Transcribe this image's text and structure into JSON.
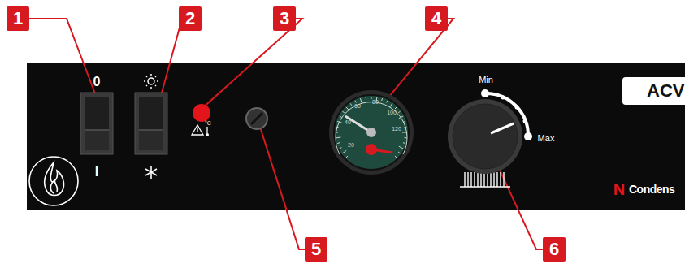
{
  "diagram": {
    "nodes": [
      {
        "text": [
          "1"
        ]
      },
      {
        "text": [
          "2"
        ]
      },
      {
        "text": [
          "3"
        ]
      },
      {
        "text": [
          "4"
        ]
      },
      {
        "text": [
          "5"
        ]
      },
      {
        "text": [
          "6"
        ]
      },
      {
        "text": [
          "ACV"
        ]
      }
    ],
    "labels": [
      "0",
      "I",
      "°C",
      "20",
      "40",
      "60",
      "80",
      "100",
      "120",
      "Min",
      "Max",
      "N",
      "Condens"
    ]
  }
}
